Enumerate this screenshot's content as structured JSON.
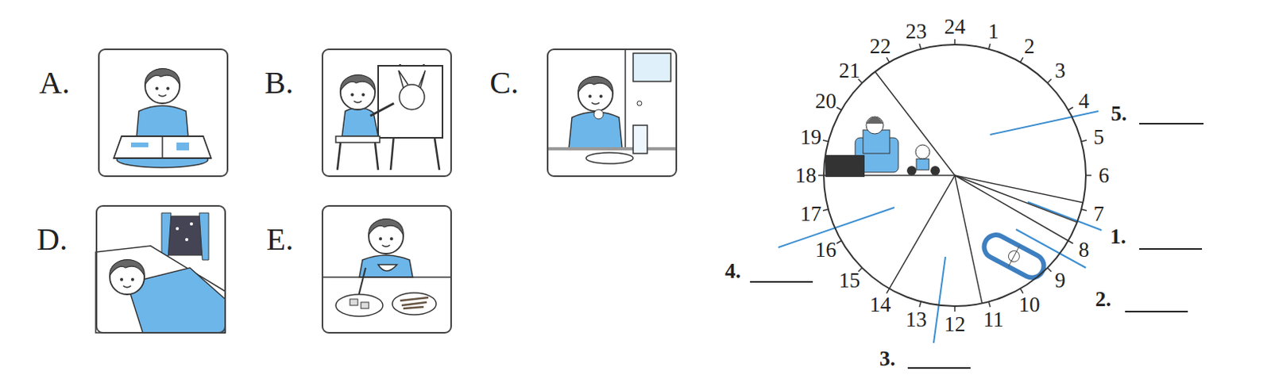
{
  "diagram": {
    "nodes": [
      {
        "text": [
          "A."
        ]
      },
      {
        "text": [
          "B."
        ]
      },
      {
        "text": [
          "C."
        ]
      },
      {
        "text": [
          "D."
        ]
      },
      {
        "text": [
          "E."
        ]
      }
    ],
    "labels": [
      "1",
      "2",
      "3",
      "4",
      "5",
      "6",
      "7",
      "8",
      "9",
      "10",
      "11",
      "12",
      "13",
      "14",
      "15",
      "16",
      "17",
      "18",
      "19",
      "20",
      "21",
      "22",
      "23",
      "24",
      "1.",
      "2.",
      "3.",
      "4.",
      "5."
    ]
  }
}
